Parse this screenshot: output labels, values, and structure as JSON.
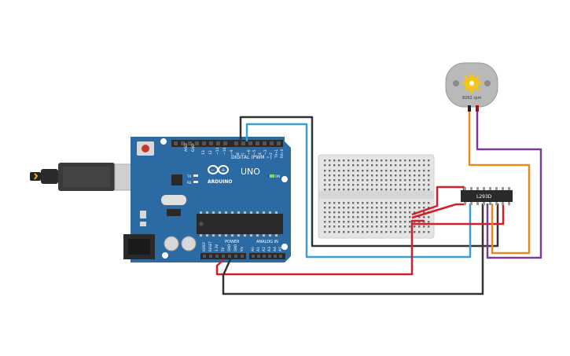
{
  "arduino": {
    "brand": "ARDUINO",
    "model": "UNO",
    "on_label": "ON",
    "tx_label": "TX",
    "rx_label": "RX",
    "digital_label": "DIGITAL (PWM ~)",
    "power_label": "POWER",
    "analog_label": "ANALOG IN",
    "aref_label": "AREF",
    "gnd_label": "GND",
    "digital_pins": [
      "13",
      "12",
      "~11",
      "~10",
      "~9",
      "8",
      "7",
      "~6",
      "~5",
      "4",
      "~3",
      "2",
      "TX→1",
      "RX←0"
    ],
    "power_pins": [
      "IOREF",
      "RESET",
      "3.3V",
      "5V",
      "GND",
      "GND",
      "Vin"
    ],
    "analog_pins": [
      "A0",
      "A1",
      "A2",
      "A3",
      "A4",
      "A5"
    ]
  },
  "motor": {
    "rpm_label": "8262 rpm"
  },
  "driver": {
    "label": "L293D"
  },
  "colors": {
    "board": "#2b6aa3",
    "board_dark": "#1d5080",
    "header": "#2a2a2a",
    "breadboard": "#e4e4e4",
    "motor_body": "#b9b9b9",
    "gear": "#f5c518",
    "wire_red": "#d0202a",
    "wire_black": "#333333",
    "wire_blue": "#3a9fd6",
    "wire_orange": "#e8891f",
    "wire_purple": "#7b3a99"
  }
}
